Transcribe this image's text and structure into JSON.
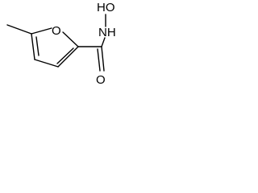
{
  "molecule": {
    "atoms": {
      "ring_oxygen": "O",
      "hydroxyl_oxygen": "HO",
      "amide_nitrogen": "NH",
      "carbonyl_oxygen": "O"
    }
  },
  "colors": {
    "bond": "#000000",
    "text": "#000000",
    "background": "#ffffff"
  }
}
